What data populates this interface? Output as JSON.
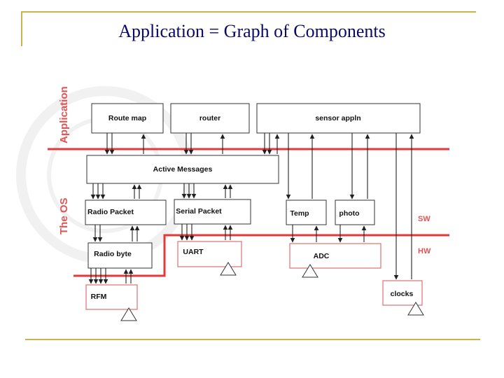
{
  "slide": {
    "title": "Application = Graph of Components"
  },
  "diagram": {
    "layers": {
      "application": "Application",
      "os": "The OS",
      "sw": "SW",
      "hw": "HW"
    },
    "components": {
      "route_map": "Route map",
      "router": "router",
      "sensor_appln": "sensor appln",
      "active_messages": "Active Messages",
      "radio_packet": "Radio Packet",
      "serial_packet": "Serial Packet",
      "temp": "Temp",
      "photo": "photo",
      "radio_byte": "Radio byte",
      "uart": "UART",
      "adc": "ADC",
      "rfm": "RFM",
      "clocks": "clocks"
    }
  },
  "colors": {
    "frame": "#c8b44a",
    "title": "#0a0a66",
    "layer_line": "#e03a3a",
    "hw_box": "#e07070",
    "sw_box": "#333333"
  }
}
